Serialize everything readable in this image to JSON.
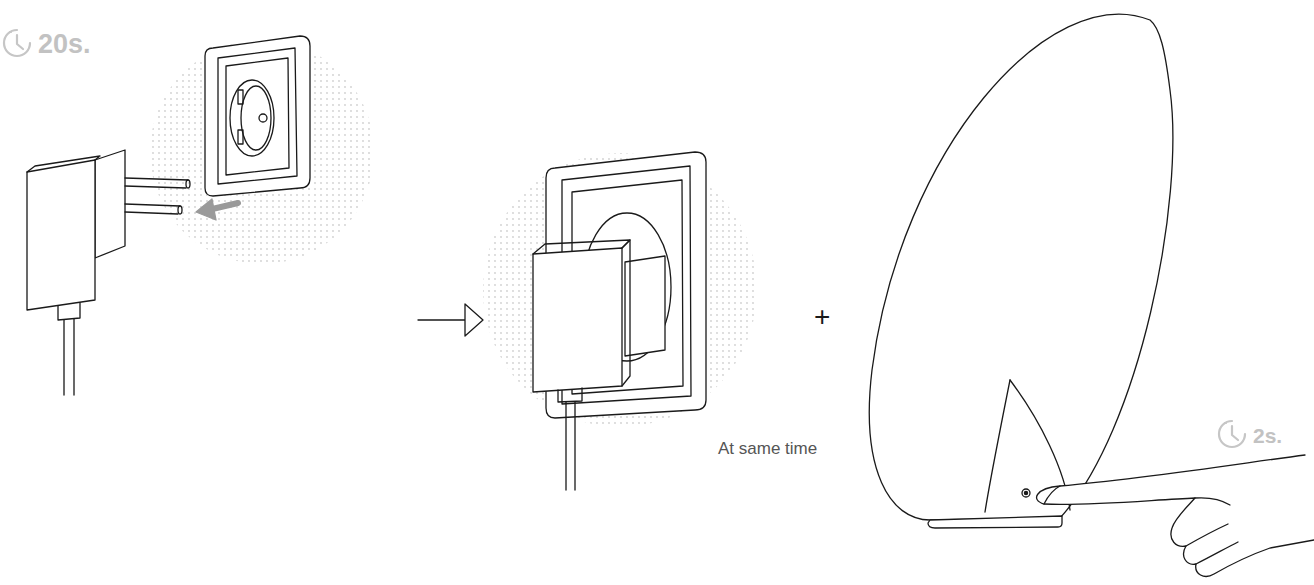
{
  "diagram": {
    "labels": [
      "20s.",
      "At same time",
      "2s.",
      "+"
    ]
  }
}
